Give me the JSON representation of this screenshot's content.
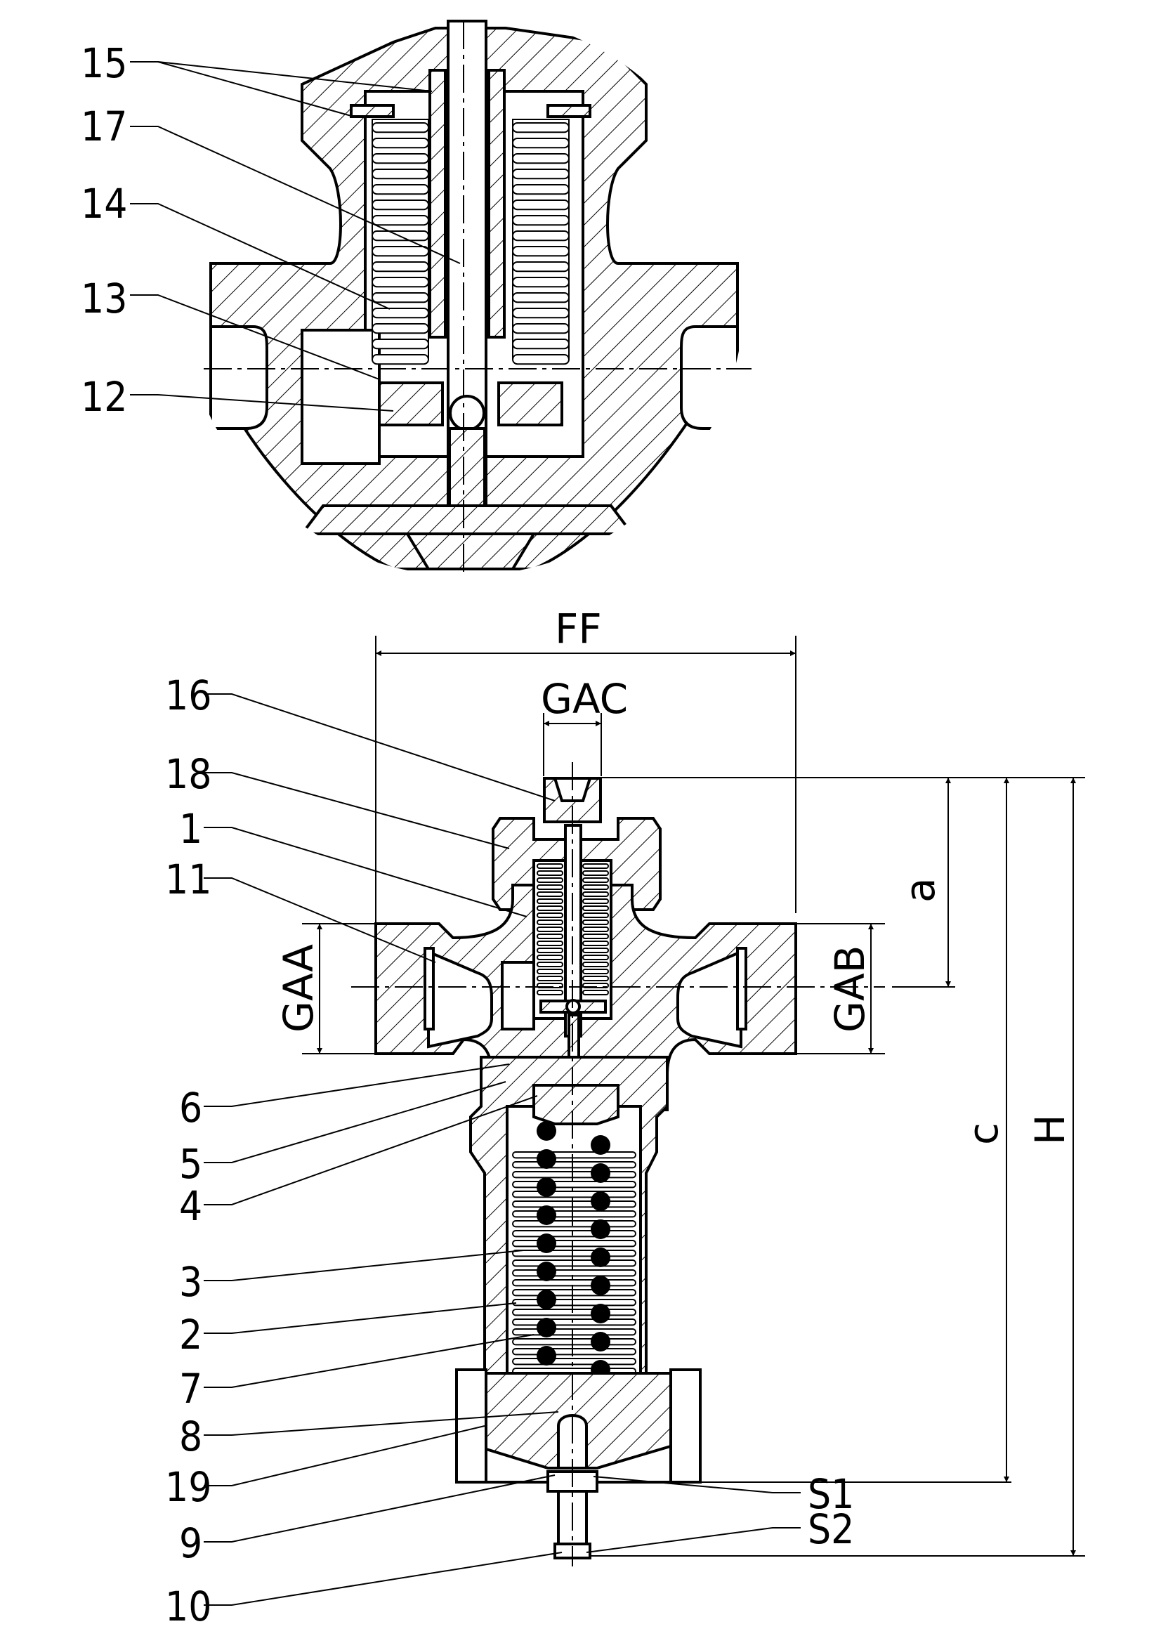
{
  "drawing": {
    "title": "Pressure reducing valve sectional drawing",
    "detail_view": {
      "labels": [
        "15",
        "17",
        "14",
        "13",
        "12"
      ]
    },
    "main_view": {
      "left_labels": [
        "16",
        "18",
        "1",
        "11",
        "6",
        "5",
        "4",
        "3",
        "2",
        "7",
        "8",
        "19",
        "9",
        "10"
      ],
      "right_labels": [
        "S1",
        "S2"
      ]
    },
    "dimensions": {
      "FF": "FF",
      "GAC": "GAC",
      "GAA": "GAA",
      "GAB": "GAB",
      "a": "a",
      "c": "c",
      "H": "H"
    }
  }
}
